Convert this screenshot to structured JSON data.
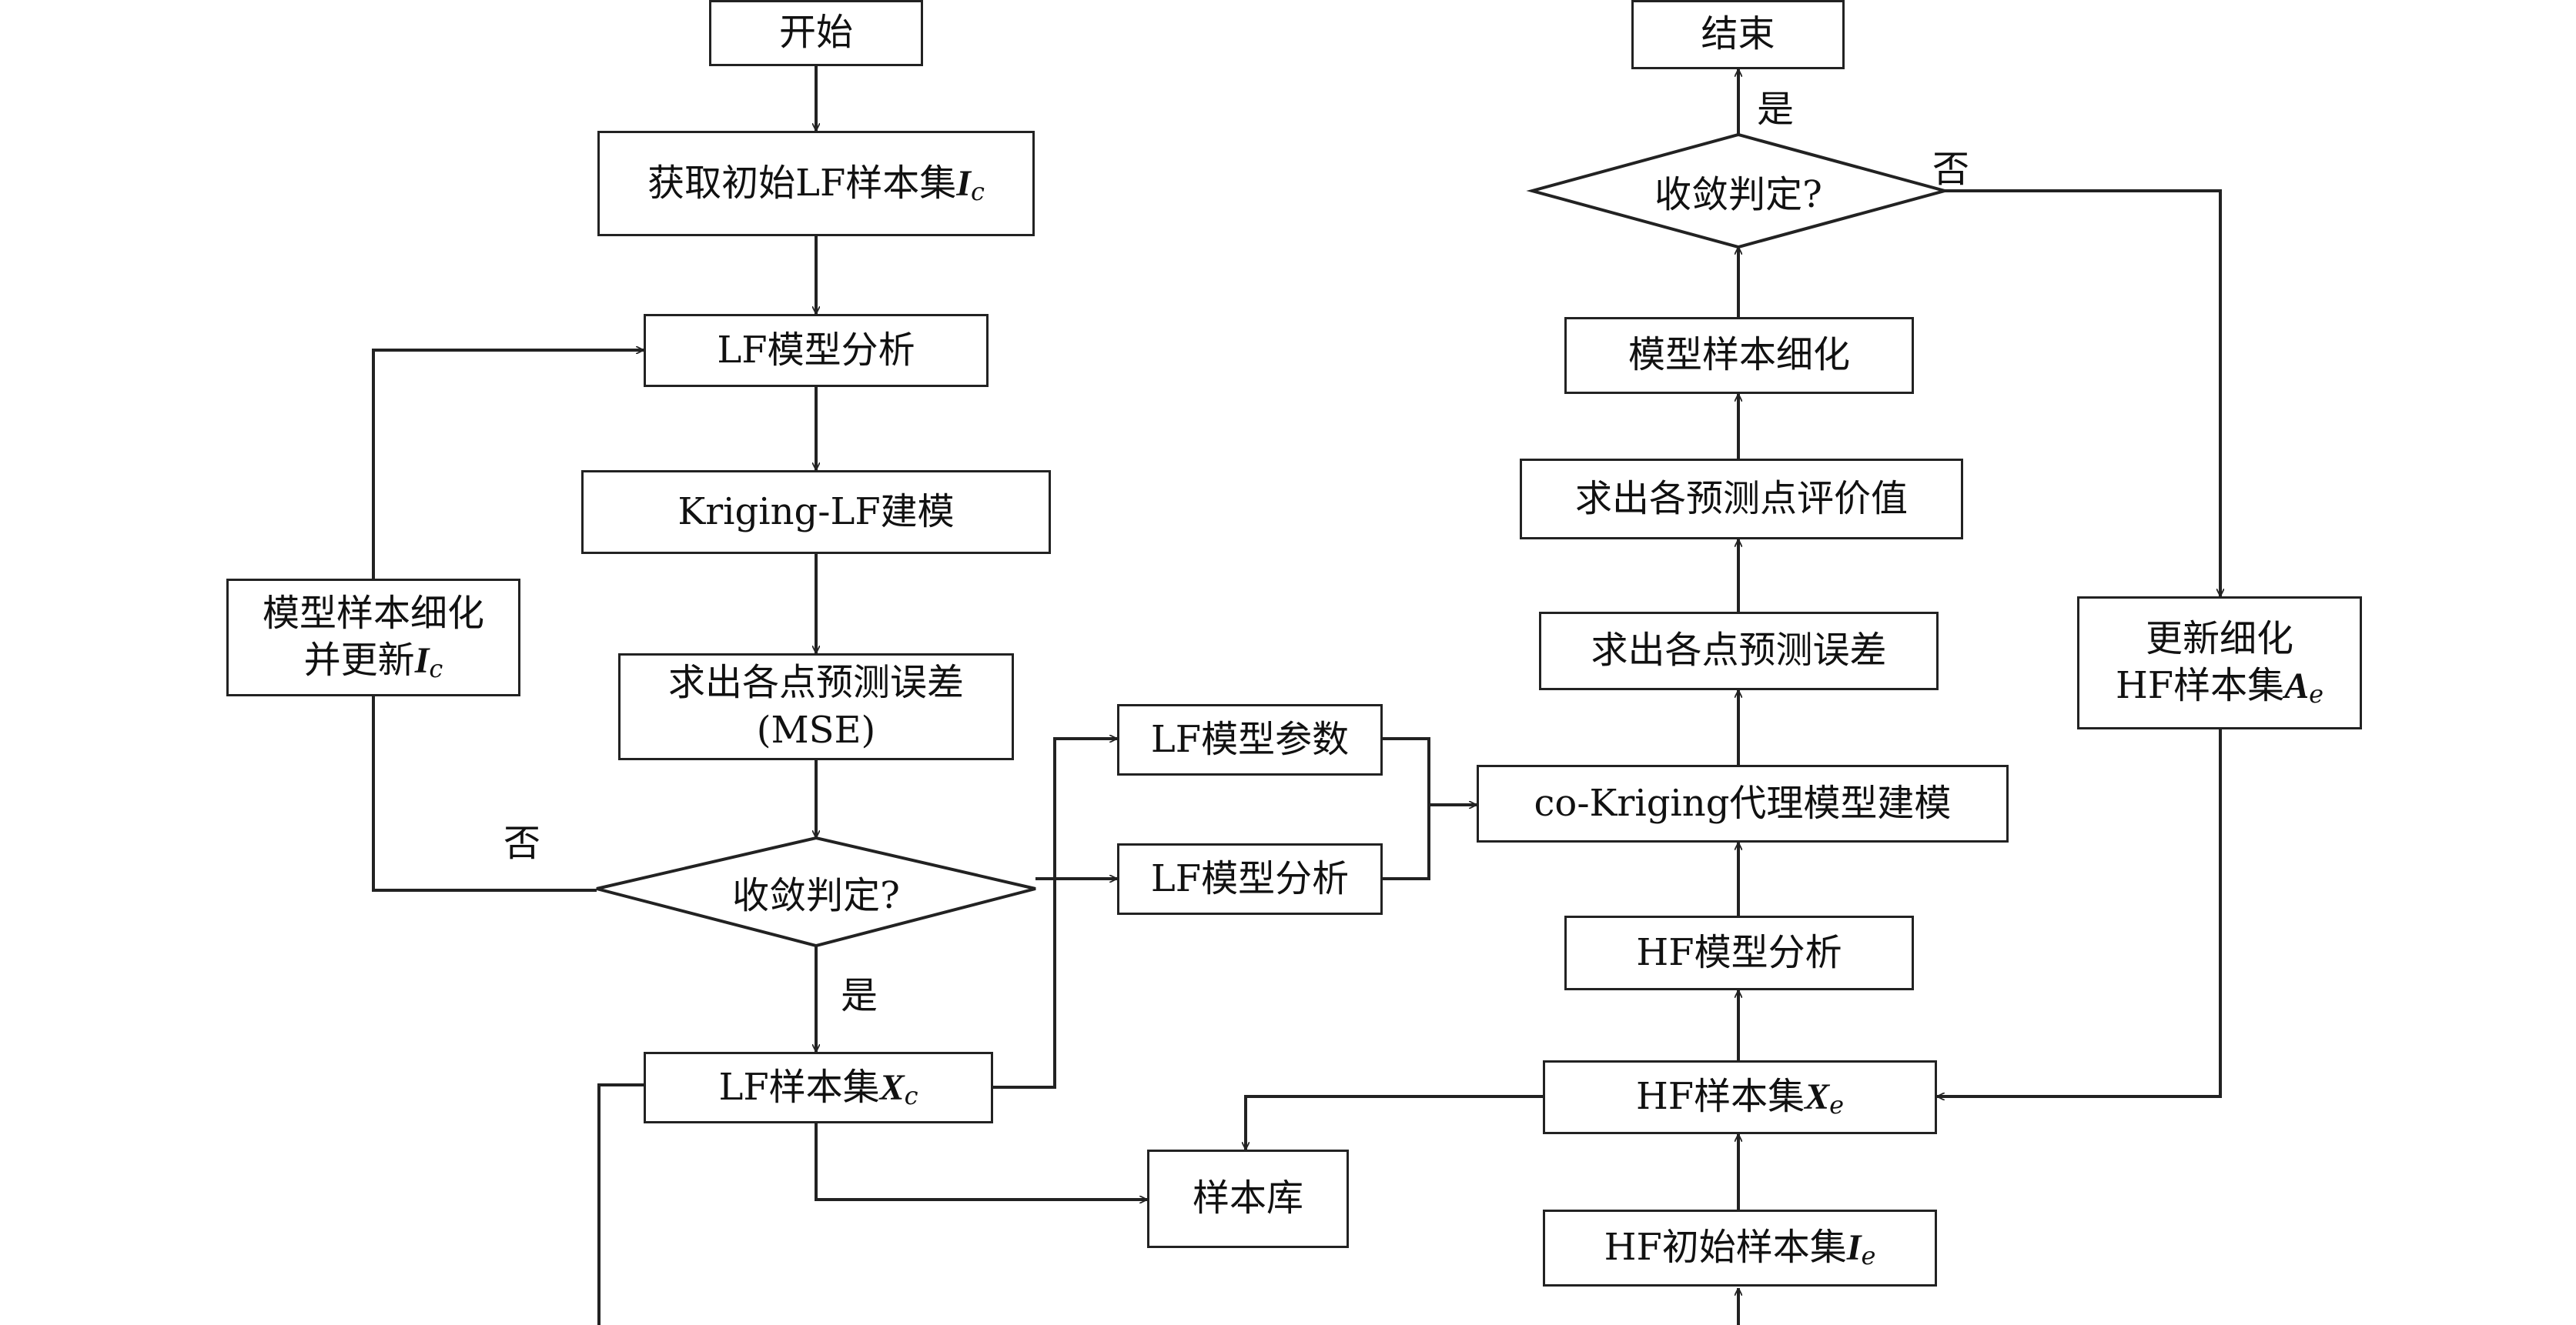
{
  "nodes": {
    "start": "开始",
    "end": "结束",
    "get_initial_lf": {
      "text": "获取初始LF样本集",
      "var": "I",
      "sub": "c"
    },
    "lf_analysis": "LF模型分析",
    "kriging_lf": "Kriging-LF建模",
    "lf_mse": {
      "line1": "求出各点预测误差",
      "line2": "(MSE)"
    },
    "lf_converge": "收敛判定?",
    "lf_refine": {
      "line1": "模型样本细化",
      "line2": "并更新",
      "var": "I",
      "sub": "c"
    },
    "lf_sample_set": {
      "text": "LF样本集",
      "var": "X",
      "sub": "c"
    },
    "lf_params": "LF模型参数",
    "lf_analysis_2": "LF模型分析",
    "sample_lib": "样本库",
    "cokriging": "co-Kriging代理模型建模",
    "hf_analysis": "HF模型分析",
    "hf_sample_set": {
      "text": "HF样本集",
      "var": "X",
      "sub": "e"
    },
    "hf_initial": {
      "text": "HF初始样本集",
      "var": "I",
      "sub": "e"
    },
    "hf_errors": "求出各点预测误差",
    "hf_eval": "求出各预测点评价值",
    "hf_refine": "模型样本细化",
    "hf_converge": "收敛判定?",
    "hf_update": {
      "line1": "更新细化",
      "line2": "HF样本集",
      "var": "A",
      "sub": "e"
    }
  },
  "edge_labels": {
    "lf_no": "否",
    "lf_yes": "是",
    "hf_yes": "是",
    "hf_no": "否"
  }
}
